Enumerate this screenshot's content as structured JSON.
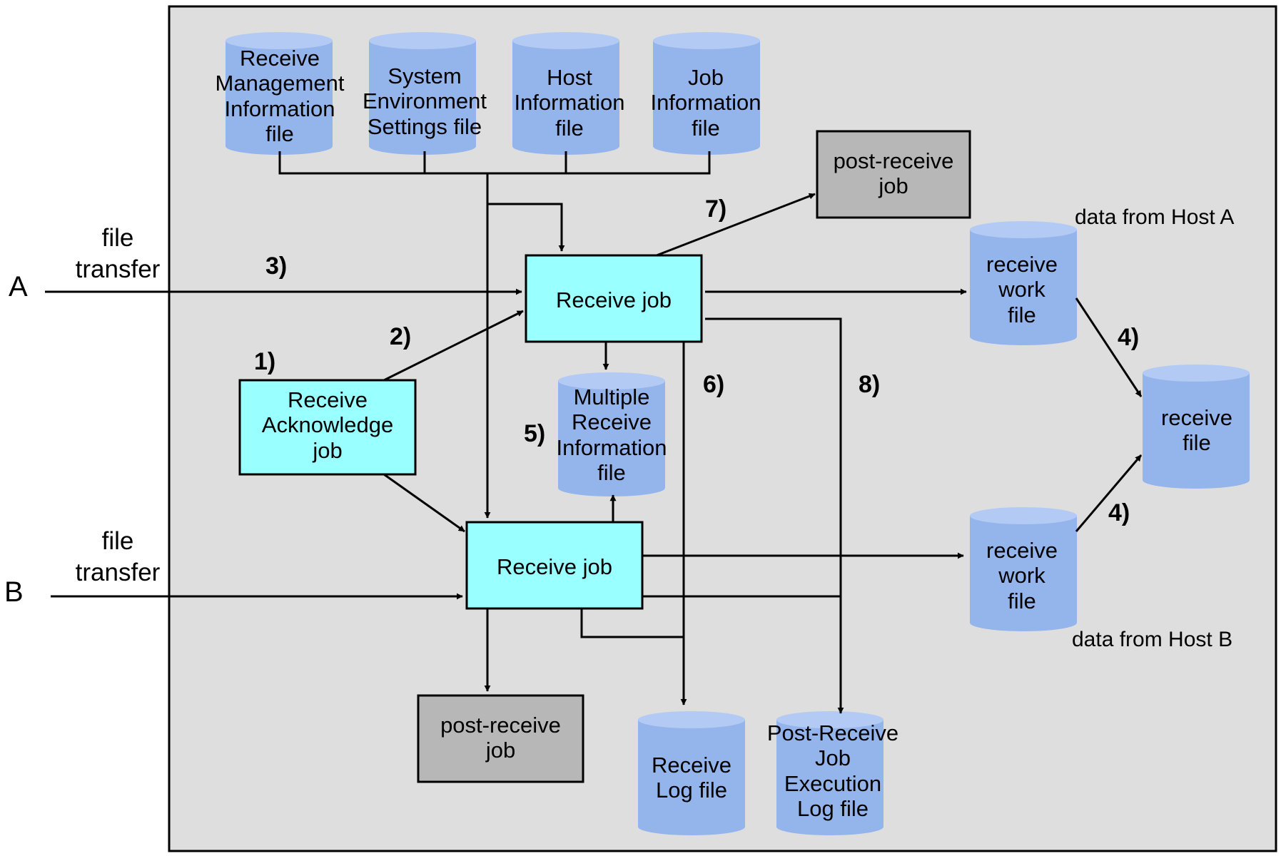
{
  "files": {
    "receive_mgmt": "Receive\nManagement\nInformation\nfile",
    "sys_env": "System\nEnvironment\nSettings  file",
    "host_info": "Host\nInformation\nfile",
    "job_info": "Job\nInformation\nfile",
    "multiple_receive": "Multiple\nReceive\nInformation\nfile",
    "receive_work_a": "receive\nwork\nfile",
    "receive_work_b": "receive\nwork\nfile",
    "receive_file": "receive\nfile",
    "receive_log": "Receive\nLog  file",
    "post_receive_log": "Post-Receive\nJob\nExecution\nLog  file"
  },
  "jobs": {
    "receive_job_a": "Receive  job",
    "receive_job_b": "Receive  job",
    "receive_ack": "Receive\nAcknowledge\njob",
    "post_receive_top": "post-receive\njob",
    "post_receive_bottom": "post-receive\njob"
  },
  "hosts": {
    "a": "A",
    "b": "B",
    "a_transfer": "file\ntransfer",
    "b_transfer": "file\ntransfer",
    "data_a": "data  from  Host  A",
    "data_b": "data  from  Host  B"
  },
  "steps": {
    "s1": "1)",
    "s2": "2)",
    "s3": "3)",
    "s4a": "4)",
    "s4b": "4)",
    "s5": "5)",
    "s6": "6)",
    "s7": "7)",
    "s8": "8)"
  },
  "colors": {
    "cylinder": "#94b4ec",
    "cylinder_top": "#b3caf4",
    "job_box": "#99ffff",
    "post_receive_box": "#b7b7b7",
    "background": "#dedede"
  }
}
